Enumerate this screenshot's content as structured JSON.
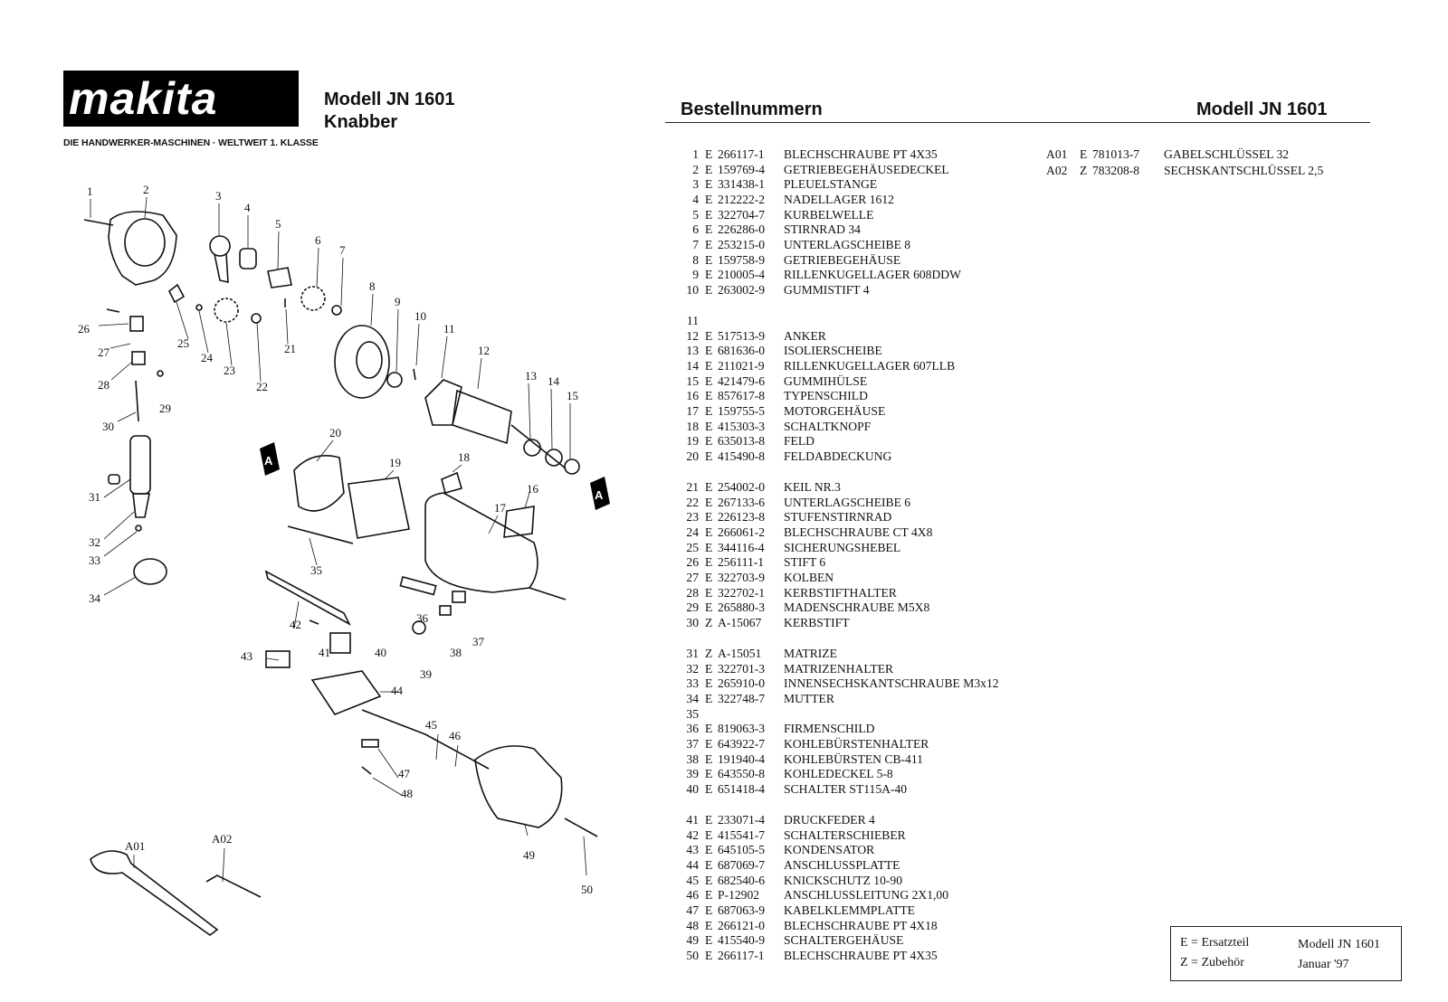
{
  "header": {
    "brand": "makita",
    "tagline": "DIE HANDWERKER-MASCHINEN · WELTWEIT 1. KLASSE",
    "model_line": "Modell JN 1601",
    "subtitle": "Knabber"
  },
  "list_header": {
    "title": "Bestellnummern",
    "model": "Modell JN 1601"
  },
  "parts": [
    {
      "no": "1",
      "type": "E",
      "nr": "266117-1",
      "desc": "BLECHSCHRAUBE PT 4X35"
    },
    {
      "no": "2",
      "type": "E",
      "nr": "159769-4",
      "desc": "GETRIEBEGEHÄUSEDECKEL"
    },
    {
      "no": "3",
      "type": "E",
      "nr": "331438-1",
      "desc": "PLEUELSTANGE"
    },
    {
      "no": "4",
      "type": "E",
      "nr": "212222-2",
      "desc": "NADELLAGER 1612"
    },
    {
      "no": "5",
      "type": "E",
      "nr": "322704-7",
      "desc": "KURBELWELLE"
    },
    {
      "no": "6",
      "type": "E",
      "nr": "226286-0",
      "desc": "STIRNRAD 34"
    },
    {
      "no": "7",
      "type": "E",
      "nr": "253215-0",
      "desc": "UNTERLAGSCHEIBE 8"
    },
    {
      "no": "8",
      "type": "E",
      "nr": "159758-9",
      "desc": "GETRIEBEGEHÄUSE"
    },
    {
      "no": "9",
      "type": "E",
      "nr": "210005-4",
      "desc": "RILLENKUGELLAGER 608DDW"
    },
    {
      "no": "10",
      "type": "E",
      "nr": "263002-9",
      "desc": "GUMMISTIFT 4"
    },
    {
      "no": "11",
      "type": "",
      "nr": "",
      "desc": ""
    },
    {
      "no": "12",
      "type": "E",
      "nr": "517513-9",
      "desc": "ANKER"
    },
    {
      "no": "13",
      "type": "E",
      "nr": "681636-0",
      "desc": "ISOLIERSCHEIBE"
    },
    {
      "no": "14",
      "type": "E",
      "nr": "211021-9",
      "desc": "RILLENKUGELLAGER 607LLB"
    },
    {
      "no": "15",
      "type": "E",
      "nr": "421479-6",
      "desc": "GUMMIHÜLSE"
    },
    {
      "no": "16",
      "type": "E",
      "nr": "857617-8",
      "desc": "TYPENSCHILD"
    },
    {
      "no": "17",
      "type": "E",
      "nr": "159755-5",
      "desc": "MOTORGEHÄUSE"
    },
    {
      "no": "18",
      "type": "E",
      "nr": "415303-3",
      "desc": "SCHALTKNOPF"
    },
    {
      "no": "19",
      "type": "E",
      "nr": "635013-8",
      "desc": "FELD"
    },
    {
      "no": "20",
      "type": "E",
      "nr": "415490-8",
      "desc": "FELDABDECKUNG"
    },
    {
      "no": "21",
      "type": "E",
      "nr": "254002-0",
      "desc": "KEIL NR.3"
    },
    {
      "no": "22",
      "type": "E",
      "nr": "267133-6",
      "desc": "UNTERLAGSCHEIBE 6"
    },
    {
      "no": "23",
      "type": "E",
      "nr": "226123-8",
      "desc": "STUFENSTIRNRAD"
    },
    {
      "no": "24",
      "type": "E",
      "nr": "266061-2",
      "desc": "BLECHSCHRAUBE CT 4X8"
    },
    {
      "no": "25",
      "type": "E",
      "nr": "344116-4",
      "desc": "SICHERUNGSHEBEL"
    },
    {
      "no": "26",
      "type": "E",
      "nr": "256111-1",
      "desc": "STIFT 6"
    },
    {
      "no": "27",
      "type": "E",
      "nr": "322703-9",
      "desc": "KOLBEN"
    },
    {
      "no": "28",
      "type": "E",
      "nr": "322702-1",
      "desc": "KERBSTIFTHALTER"
    },
    {
      "no": "29",
      "type": "E",
      "nr": "265880-3",
      "desc": "MADENSCHRAUBE M5X8"
    },
    {
      "no": "30",
      "type": "Z",
      "nr": "A-15067",
      "desc": "KERBSTIFT"
    },
    {
      "no": "31",
      "type": "Z",
      "nr": "A-15051",
      "desc": "MATRIZE"
    },
    {
      "no": "32",
      "type": "E",
      "nr": "322701-3",
      "desc": "MATRIZENHALTER"
    },
    {
      "no": "33",
      "type": "E",
      "nr": "265910-0",
      "desc": "INNENSECHSKANTSCHRAUBE M3x12"
    },
    {
      "no": "34",
      "type": "E",
      "nr": "322748-7",
      "desc": "MUTTER"
    },
    {
      "no": "35",
      "type": "",
      "nr": "",
      "desc": ""
    },
    {
      "no": "36",
      "type": "E",
      "nr": "819063-3",
      "desc": "FIRMENSCHILD"
    },
    {
      "no": "37",
      "type": "E",
      "nr": "643922-7",
      "desc": "KOHLEBÜRSTENHALTER"
    },
    {
      "no": "38",
      "type": "E",
      "nr": "191940-4",
      "desc": "KOHLEBÜRSTEN CB-411"
    },
    {
      "no": "39",
      "type": "E",
      "nr": "643550-8",
      "desc": "KOHLEDECKEL 5-8"
    },
    {
      "no": "40",
      "type": "E",
      "nr": "651418-4",
      "desc": "SCHALTER ST115A-40"
    },
    {
      "no": "41",
      "type": "E",
      "nr": "233071-4",
      "desc": "DRUCKFEDER 4"
    },
    {
      "no": "42",
      "type": "E",
      "nr": "415541-7",
      "desc": "SCHALTERSCHIEBER"
    },
    {
      "no": "43",
      "type": "E",
      "nr": "645105-5",
      "desc": "KONDENSATOR"
    },
    {
      "no": "44",
      "type": "E",
      "nr": "687069-7",
      "desc": "ANSCHLUSSPLATTE"
    },
    {
      "no": "45",
      "type": "E",
      "nr": "682540-6",
      "desc": "KNICKSCHUTZ 10-90"
    },
    {
      "no": "46",
      "type": "E",
      "nr": "P-12902",
      "desc": "ANSCHLUSSLEITUNG 2X1,00"
    },
    {
      "no": "47",
      "type": "E",
      "nr": "687063-9",
      "desc": "KABELKLEMMPLATTE"
    },
    {
      "no": "48",
      "type": "E",
      "nr": "266121-0",
      "desc": "BLECHSCHRAUBE PT 4X18"
    },
    {
      "no": "49",
      "type": "E",
      "nr": "415540-9",
      "desc": "SCHALTERGEHÄUSE"
    },
    {
      "no": "50",
      "type": "E",
      "nr": "266117-1",
      "desc": "BLECHSCHRAUBE PT 4X35"
    }
  ],
  "accessories": [
    {
      "no": "A01",
      "type": "E",
      "nr": "781013-7",
      "desc": "GABELSCHLÜSSEL 32"
    },
    {
      "no": "A02",
      "type": "Z",
      "nr": "783208-8",
      "desc": "SECHSKANTSCHLÜSSEL 2,5"
    }
  ],
  "legend": {
    "e": "E = Ersatzteil",
    "z": "Z = Zubehör",
    "model": "Modell JN 1601",
    "date": "Januar '97"
  },
  "diagram": {
    "callouts": [
      "1",
      "2",
      "3",
      "4",
      "5",
      "6",
      "7",
      "8",
      "9",
      "10",
      "11",
      "12",
      "13",
      "14",
      "15",
      "16",
      "17",
      "18",
      "19",
      "20",
      "21",
      "22",
      "23",
      "24",
      "25",
      "26",
      "27",
      "28",
      "29",
      "30",
      "31",
      "32",
      "33",
      "34",
      "35",
      "36",
      "37",
      "38",
      "39",
      "40",
      "41",
      "42",
      "43",
      "44",
      "45",
      "46",
      "47",
      "48",
      "49",
      "50",
      "A01",
      "A02"
    ],
    "section_marker": "A"
  }
}
